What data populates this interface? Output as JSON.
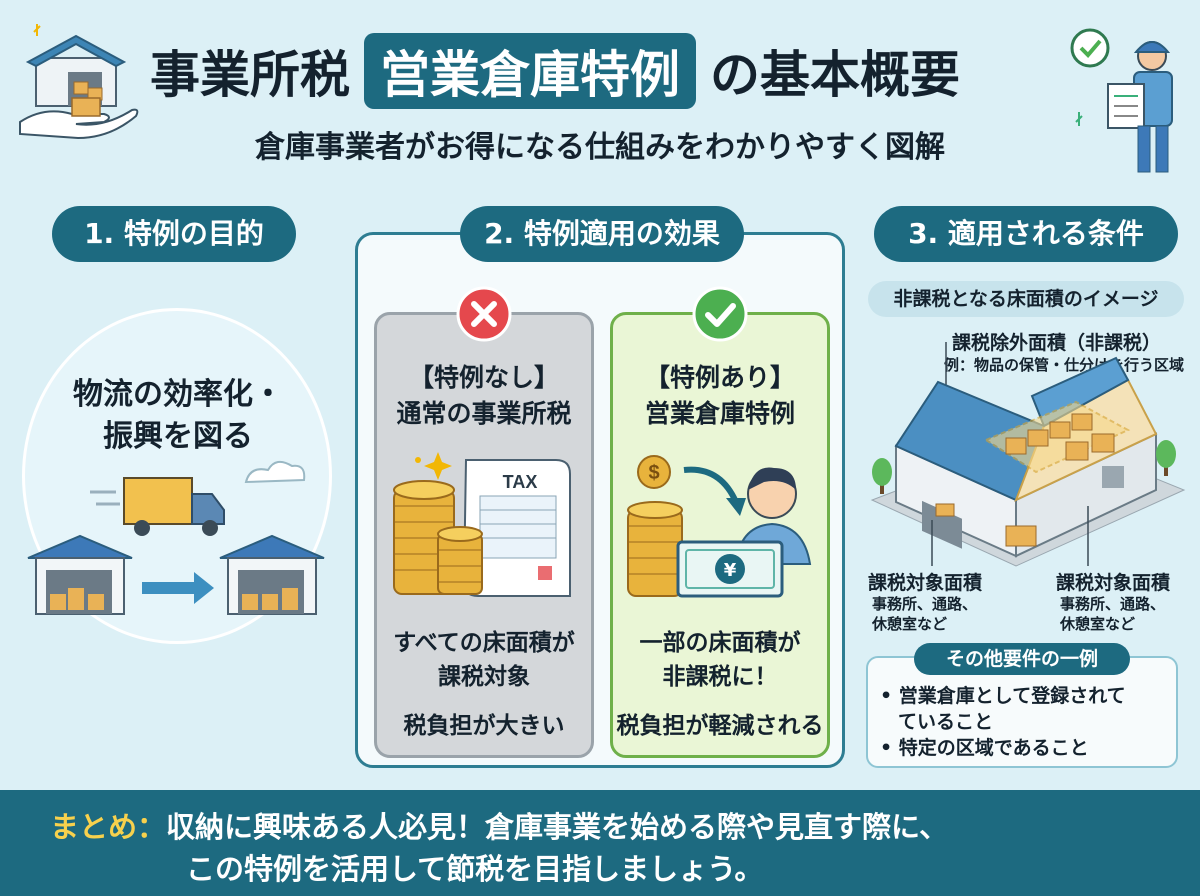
{
  "header": {
    "title_left": "事業所税",
    "title_highlight": "営業倉庫特例",
    "title_right": "の基本概要",
    "subtitle": "倉庫事業者がお得になる仕組みをわかりやすく図解"
  },
  "section1": {
    "pill": "1. 特例の目的",
    "line1": "物流の効率化・",
    "line2": "振興を図る"
  },
  "section2": {
    "pill": "2. 特例適用の効果",
    "without": {
      "head1": "【特例なし】",
      "head2": "通常の事業所税",
      "tax_label": "TAX",
      "body1": "すべての床面積が",
      "body2": "課税対象",
      "foot": "税負担が大きい"
    },
    "with": {
      "head1": "【特例あり】",
      "head2": "営業倉庫特例",
      "coin_label": "$",
      "bill_label": "¥",
      "body1": "一部の床面積が",
      "body2": "非課税に！",
      "foot": "税負担が軽減される"
    }
  },
  "section3": {
    "pill": "3. 適用される条件",
    "image_label": "非課税となる床面積のイメージ",
    "exempt_title": "課税除外面積（非課税）",
    "exempt_sub": "例：物品の保管・仕分けを行う区域",
    "taxable_left_title": "課税対象面積",
    "taxable_left_sub1": "事務所、通路、",
    "taxable_left_sub2": "休憩室など",
    "taxable_right_title": "課税対象面積",
    "taxable_right_sub1": "事務所、通路、",
    "taxable_right_sub2": "休憩室など",
    "req_title": "その他要件の一例",
    "req1_a": "• 営業倉庫として登録されて",
    "req1_b": "ていること",
    "req2": "• 特定の区域であること"
  },
  "footer": {
    "key": "まとめ：",
    "line1": "収納に興味ある人必見！倉庫事業を始める際や見直す際に、",
    "line2": "この特例を活用して節税を目指しましょう。"
  },
  "colors": {
    "accent": "#1d6a80",
    "background": "#dcf0f6",
    "highlight_yellow": "#f7d14d",
    "no_red": "#e5484d",
    "yes_green": "#4caf50"
  }
}
